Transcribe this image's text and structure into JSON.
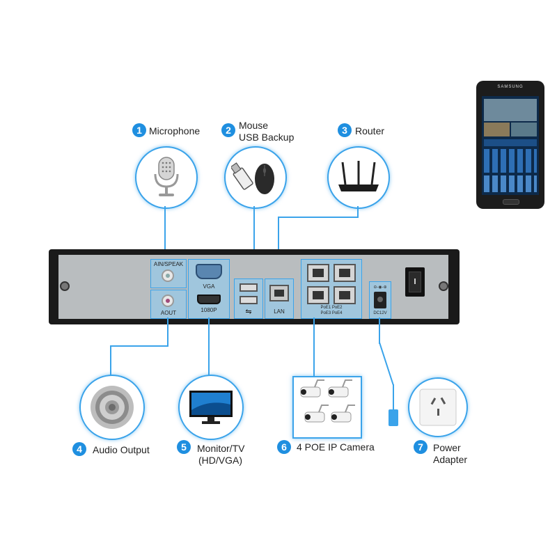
{
  "items": [
    {
      "num": "1",
      "label": "Microphone"
    },
    {
      "num": "2",
      "label_line1": "Mouse",
      "label_line2": "USB Backup"
    },
    {
      "num": "3",
      "label": "Router"
    },
    {
      "num": "4",
      "label": "Audio Output"
    },
    {
      "num": "5",
      "label_line1": "Monitor/TV",
      "label_line2": "(HD/VGA)"
    },
    {
      "num": "6",
      "label": "4 POE IP Camera"
    },
    {
      "num": "7",
      "label_line1": "Power",
      "label_line2": "Adapter"
    }
  ],
  "ports": {
    "ain_speak": "AIN/SPEAK",
    "aout": "AOUT",
    "vga": "VGA",
    "hdmi": "1080P",
    "lan": "LAN",
    "poe_a": "PoE1  PoE2",
    "poe_b": "PoE3  PoE4",
    "dc": "DC12V",
    "usb_symbol": "⇋"
  },
  "phone": {
    "brand": "SAMSUNG"
  },
  "colors": {
    "accent": "#3aa3ea",
    "badge": "#1f8fe0",
    "chassis": "#1a1a1a",
    "panel": "#b9bdbf"
  }
}
